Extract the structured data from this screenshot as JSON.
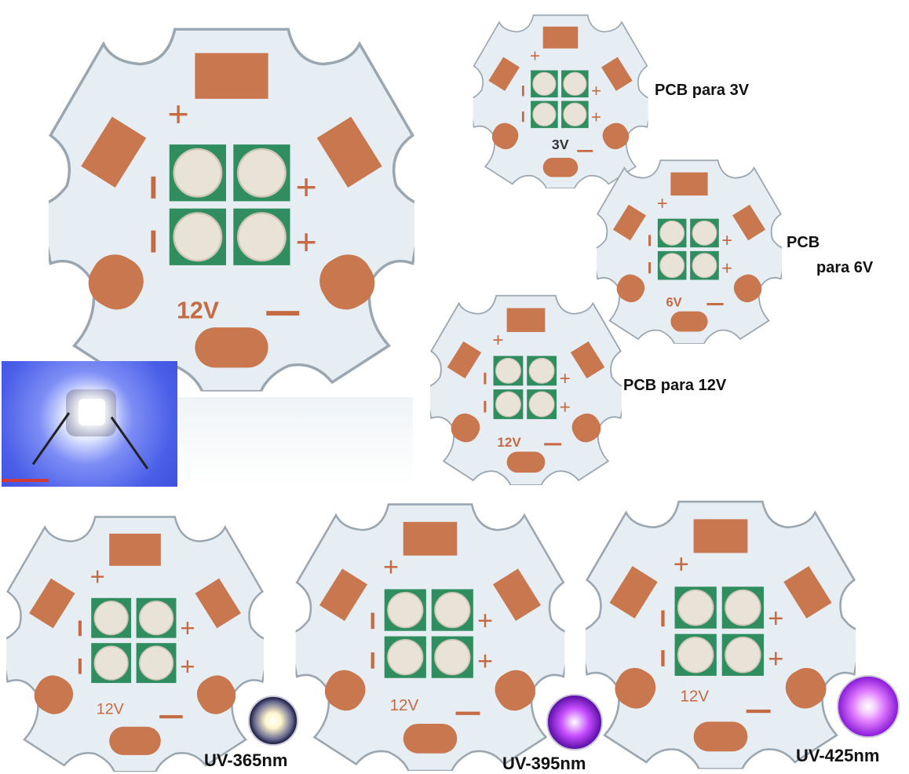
{
  "colors": {
    "board": "#e7eef3",
    "board_edge": "#9aa6b0",
    "copper": "#c9774f",
    "copper_dark": "#b2603d",
    "led_pcb": "#2f8d5f",
    "silk": "#c56a42"
  },
  "boards": [
    {
      "id": "large",
      "voltage": "12V"
    },
    {
      "id": "small-3v",
      "voltage": "3V"
    },
    {
      "id": "small-6v",
      "voltage": "6V"
    },
    {
      "id": "small-12v",
      "voltage": "12V"
    },
    {
      "id": "uv-365",
      "voltage": "12V"
    },
    {
      "id": "uv-395",
      "voltage": "12V"
    },
    {
      "id": "uv-425",
      "voltage": "12V"
    }
  ],
  "labels": {
    "pcb_3v": "PCB para 3V",
    "pcb_6v_line1": "PCB",
    "pcb_6v_line2": "para 6V",
    "pcb_12v": "PCB para 12V",
    "uv365": "UV-365nm",
    "uv395": "UV-395nm",
    "uv425": "UV-425nm"
  },
  "glow_colors": {
    "uv365": "#fff6cc",
    "uv395": "#c64cff",
    "uv425": "#e07bff"
  }
}
